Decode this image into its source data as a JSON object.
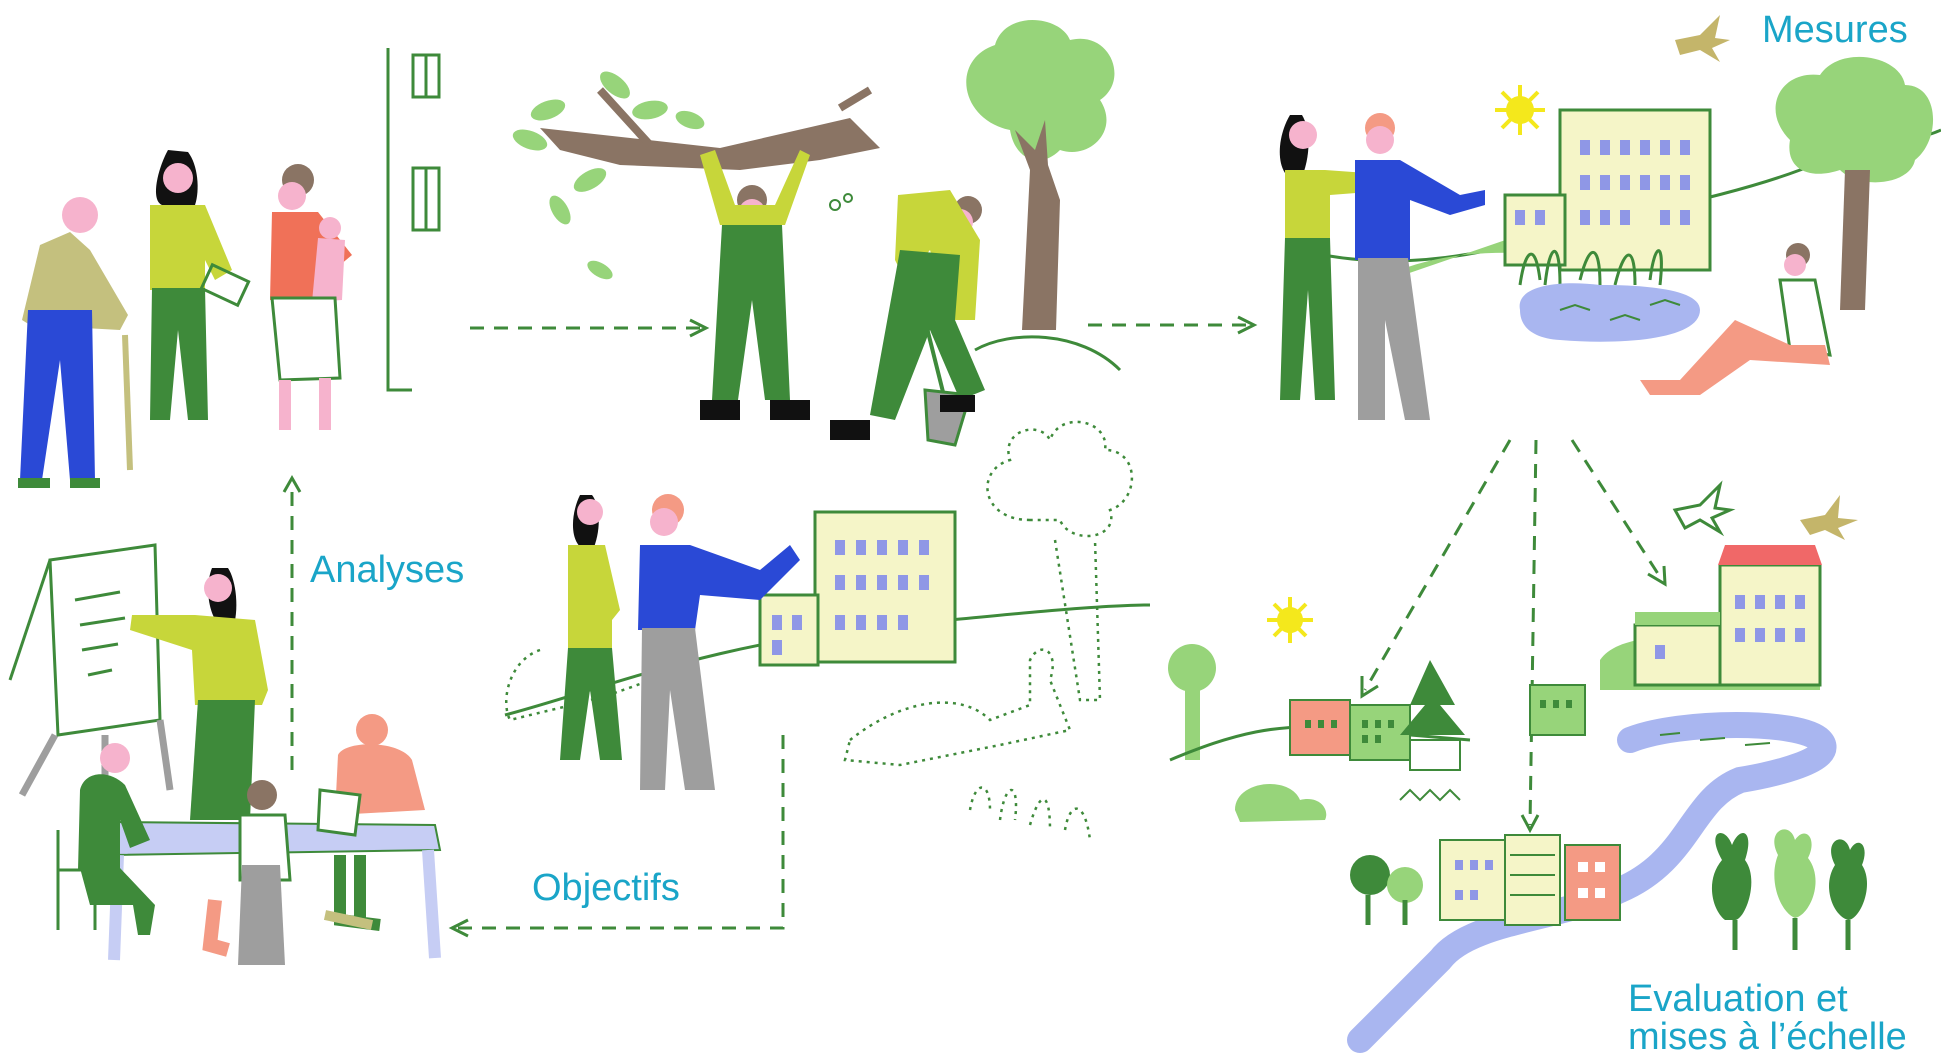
{
  "labels": {
    "analyses": "Analyses",
    "objectifs": "Objectifs",
    "mesures": "Mesures",
    "evaluation_line1": "Evaluation et",
    "evaluation_line2": "mises à l’échelle"
  },
  "colors": {
    "label_text": "#1aa5c8",
    "line_green": "#3e8a3a",
    "dark_green": "#3e8a3a",
    "lime": "#c7d63a",
    "light_green": "#97d47a",
    "pale_yellow": "#f5f5c8",
    "window_blue": "#8f97e6",
    "royal_blue": "#2a49d6",
    "pink": "#f6b3cd",
    "salmon": "#f49a84",
    "coral": "#f07158",
    "grey": "#9e9e9e",
    "khaki": "#c4c07e",
    "water": "#a9b6f0",
    "table": "#c6cdf4",
    "brown": "#8a7464",
    "sun": "#f4e81c",
    "bird": "#c4b56a",
    "red_roof": "#f06868"
  },
  "scenes": [
    {
      "name": "analyses-scene",
      "icon": "people-with-cane-clipboard-baby-icon"
    },
    {
      "name": "workshop-scene",
      "icon": "flipchart-meeting-icon"
    },
    {
      "name": "objectives-scene",
      "icon": "people-pointing-at-building-icon"
    },
    {
      "name": "works-scene",
      "icon": "workers-branch-tree-planting-icon"
    },
    {
      "name": "measures-scene",
      "icon": "people-viewing-park-icon"
    },
    {
      "name": "scaling-scene",
      "icon": "town-river-landscape-icon"
    }
  ]
}
